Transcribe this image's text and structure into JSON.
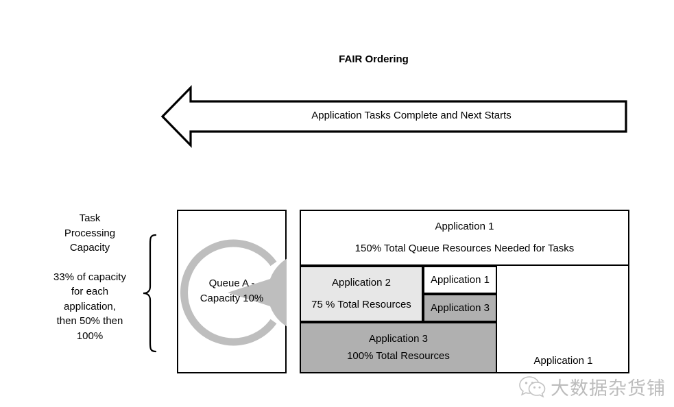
{
  "title": "FAIR Ordering",
  "flow_arrow": {
    "label": "Application Tasks Complete and Next Starts",
    "direction": "left"
  },
  "capacity_note": {
    "heading_line1": "Task",
    "heading_line2": "Processing",
    "heading_line3": "Capacity",
    "body_line1": "33% of capacity",
    "body_line2": "for each",
    "body_line3": "application,",
    "body_line4": "then 50% then",
    "body_line5": "100%"
  },
  "queue": {
    "label_line1": "Queue A -",
    "label_line2": "Capacity 10%"
  },
  "blocks": [
    {
      "id": "application-1-top",
      "name_label": "Application 1",
      "detail_label": "150% Total Queue Resources Needed for Tasks",
      "fill": "#ffffff"
    },
    {
      "id": "application-2",
      "name_label": "Application 2",
      "detail_label": "75 % Total Resources",
      "fill": "#e7e7e7"
    },
    {
      "id": "application-1-small",
      "name_label": "Application 1",
      "detail_label": "",
      "fill": "#ffffff"
    },
    {
      "id": "application-3-small",
      "name_label": "Application 3",
      "detail_label": "",
      "fill": "#b0b0b0"
    },
    {
      "id": "application-3-big",
      "name_label": "Application 3",
      "detail_label": "100% Total Resources",
      "fill": "#b0b0b0"
    },
    {
      "id": "application-1-bottom-right",
      "name_label": "Application 1",
      "detail_label": "",
      "fill": "#ffffff"
    }
  ],
  "watermark": {
    "text": "大数据杂货铺",
    "icon": "wechat-icon",
    "color": "#bcbcbc"
  },
  "colors": {
    "stroke": "#000000",
    "background": "#ffffff",
    "gray_mid": "#b0b0b0",
    "gray_light": "#e7e7e7",
    "gray_pac": "#bebebe"
  }
}
